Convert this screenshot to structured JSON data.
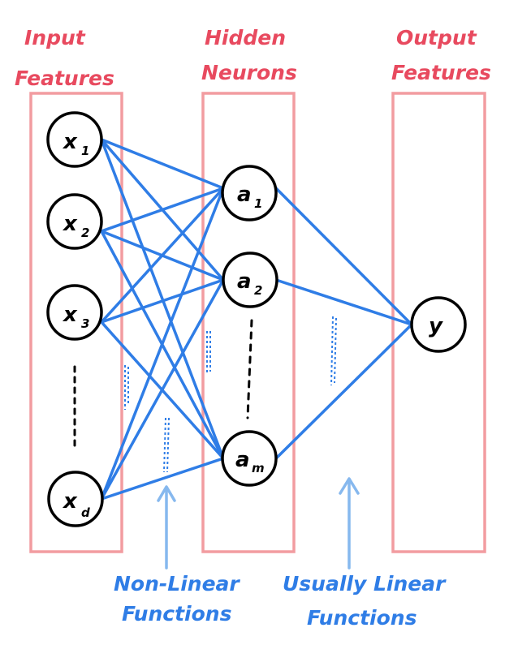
{
  "colors": {
    "column_border": "#f29ca0",
    "connection": "#2f7de6",
    "arrow": "#86b8ee",
    "label_red": "#e84a5f",
    "label_blue": "#2f7de6",
    "node_stroke": "#000000"
  },
  "columns": {
    "input": {
      "title_line1": "Input",
      "title_line2": "Features"
    },
    "hidden": {
      "title_line1": "Hidden",
      "title_line2": "Neurons"
    },
    "output": {
      "title_line1": "Output",
      "title_line2": "Features"
    }
  },
  "nodes": {
    "inputs": [
      {
        "var": "x",
        "sub": "1"
      },
      {
        "var": "x",
        "sub": "2"
      },
      {
        "var": "x",
        "sub": "3"
      },
      {
        "var": "x",
        "sub": "d"
      }
    ],
    "hidden": [
      {
        "var": "a",
        "sub": "1"
      },
      {
        "var": "a",
        "sub": "2"
      },
      {
        "var": "a",
        "sub": "m"
      }
    ],
    "output": {
      "var": "y",
      "sub": ""
    }
  },
  "annotations": {
    "nonlinear_line1": "Non-Linear",
    "nonlinear_line2": "Functions",
    "linear_line1": "Usually Linear",
    "linear_line2": "Functions"
  }
}
